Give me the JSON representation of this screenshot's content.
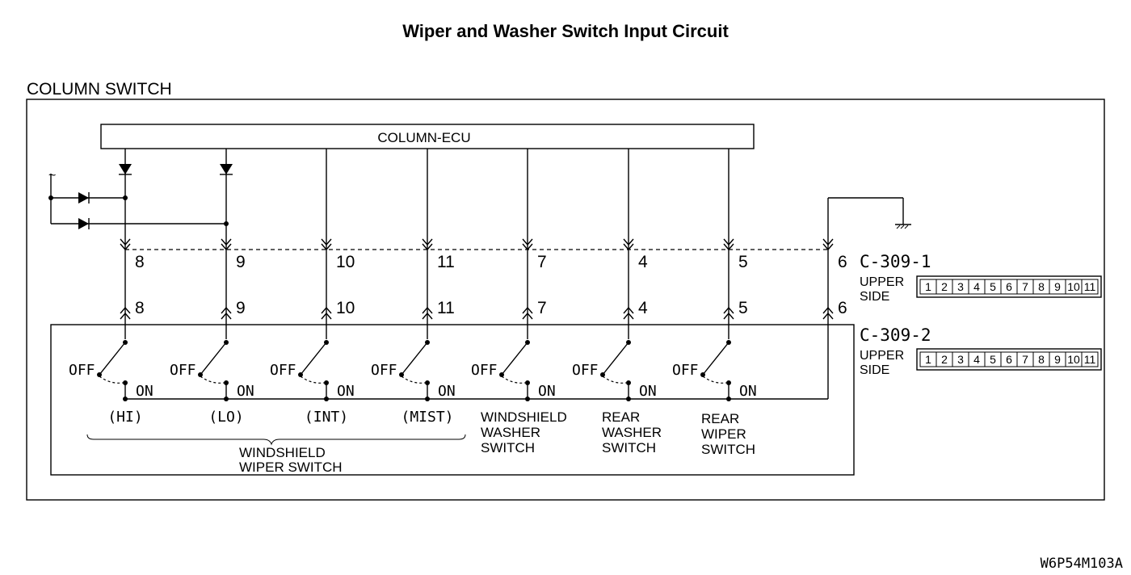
{
  "title": "Wiper and Washer Switch Input Circuit",
  "column_switch_label": "COLUMN SWITCH",
  "ecu_label": "COLUMN-ECU",
  "connector_1": {
    "name": "C-309-1",
    "side_label_1": "UPPER",
    "side_label_2": "SIDE",
    "pins": [
      "1",
      "2",
      "3",
      "4",
      "5",
      "6",
      "7",
      "8",
      "9",
      "10",
      "11"
    ]
  },
  "connector_2": {
    "name": "C-309-2",
    "side_label_1": "UPPER",
    "side_label_2": "SIDE",
    "pins": [
      "1",
      "2",
      "3",
      "4",
      "5",
      "6",
      "7",
      "8",
      "9",
      "10",
      "11"
    ]
  },
  "columns": [
    {
      "pin": "8",
      "off": "OFF",
      "on": "ON",
      "sub": "(HI)"
    },
    {
      "pin": "9",
      "off": "OFF",
      "on": "ON",
      "sub": "(LO)"
    },
    {
      "pin": "10",
      "off": "OFF",
      "on": "ON",
      "sub": "(INT)"
    },
    {
      "pin": "11",
      "off": "OFF",
      "on": "ON",
      "sub": "(MIST)"
    },
    {
      "pin": "7",
      "off": "OFF",
      "on": "ON",
      "sub": ""
    },
    {
      "pin": "4",
      "off": "OFF",
      "on": "ON",
      "sub": ""
    },
    {
      "pin": "5",
      "off": "OFF",
      "on": "ON",
      "sub": ""
    }
  ],
  "ground_pin": "6",
  "wiper_group_label": [
    "WINDSHIELD",
    "WIPER SWITCH"
  ],
  "washer_label": [
    "WINDSHIELD",
    "WASHER",
    "SWITCH"
  ],
  "rear_washer_label": [
    "REAR",
    "WASHER",
    "SWITCH"
  ],
  "rear_wiper_label": [
    "REAR",
    "WIPER",
    "SWITCH"
  ],
  "figure_code": "W6P54M103A"
}
